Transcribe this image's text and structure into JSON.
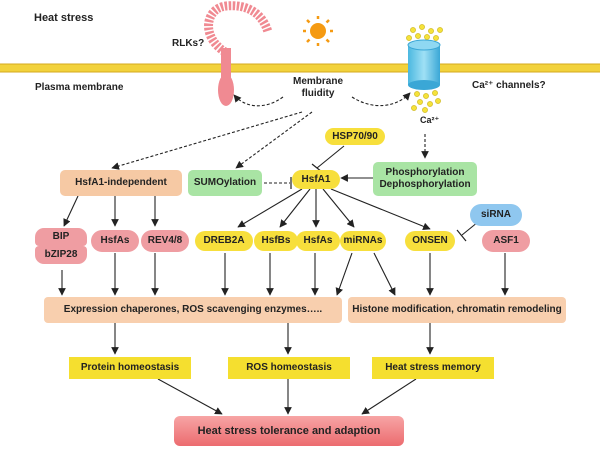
{
  "title": "Heat stress",
  "membrane": {
    "label": "Plasma membrane",
    "fluidity": "Membrane fluidity",
    "rlks": "RLKs?",
    "ca_channels": "Ca²⁺ channels?",
    "ca_ion": "Ca²⁺"
  },
  "nodes": {
    "hsp": "HSP70/90",
    "hsfa1": "HsfA1",
    "hsfa1_independent": "HsfA1-independent",
    "sumoylation": "SUMOylation",
    "phospho_line1": "Phosphorylation",
    "phospho_line2": "Dephosphorylation",
    "bip": "BIP",
    "bzip28": "bZIP28",
    "hsfas_left": "HsfAs",
    "rev48": "REV4/8",
    "dreb2a": "DREB2A",
    "hsfbs": "HsfBs",
    "hsfas_mid": "HsfAs",
    "mirnas": "miRNAs",
    "onsen": "ONSEN",
    "sirna": "siRNA",
    "asf1": "ASF1",
    "expression": "Expression chaperones, ROS scavenging enzymes…..",
    "histone": "Histone modification, chromatin remodeling",
    "protein_homeostasis": "Protein homeostasis",
    "ros_homeostasis": "ROS homeostasis",
    "heat_memory": "Heat stress memory",
    "tolerance": "Heat stress tolerance and adaption"
  },
  "colors": {
    "membrane_yellow": "#f2d23c",
    "receptor_pink": "#f08a92",
    "sun_orange": "#f59a12",
    "channel_cyan": "#5fc6e8",
    "calcium_yellow": "#f5e23a"
  }
}
